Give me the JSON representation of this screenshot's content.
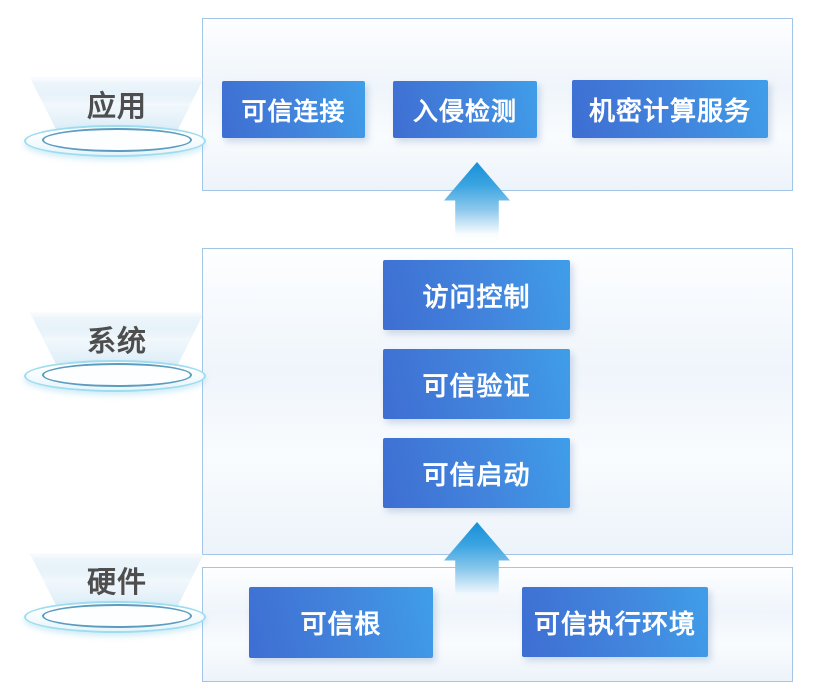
{
  "diagram": {
    "layers": [
      {
        "label": "应用",
        "boxes": [
          "可信连接",
          "入侵检测",
          "机密计算服务"
        ]
      },
      {
        "label": "系统",
        "boxes": [
          "访问控制",
          "可信验证",
          "可信启动"
        ]
      },
      {
        "label": "硬件",
        "boxes": [
          "可信根",
          "可信执行环境"
        ]
      }
    ],
    "arrows": [
      {
        "from": "系统",
        "to": "应用",
        "direction": "up"
      },
      {
        "from": "硬件",
        "to": "系统",
        "direction": "up"
      }
    ],
    "colors": {
      "node_gradient_start": "#3e6ed2",
      "node_gradient_end": "#3f9ee9",
      "node_text": "#ffffff",
      "panel_border": "#a3c6e7",
      "panel_fill": "#eff5fb",
      "arrow_blue": "#1790d8",
      "label_text": "#4e4e4e",
      "disc_ring_outer": "#9edcef",
      "disc_ring_inner": "#5c9cbf"
    }
  }
}
